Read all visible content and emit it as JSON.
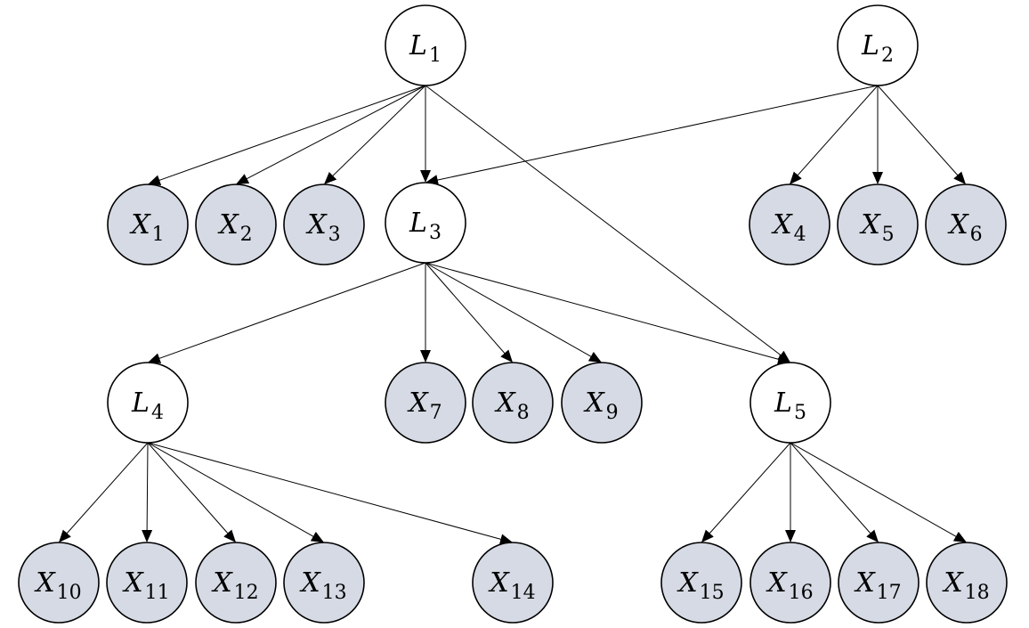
{
  "colors": {
    "latent_fill": "#ffffff",
    "observed_fill": "#d5dae4",
    "stroke": "#000000"
  },
  "nodes": [
    {
      "id": "L1",
      "base": "L",
      "sub": "1",
      "kind": "latent"
    },
    {
      "id": "L2",
      "base": "L",
      "sub": "2",
      "kind": "latent"
    },
    {
      "id": "L3",
      "base": "L",
      "sub": "3",
      "kind": "latent"
    },
    {
      "id": "L4",
      "base": "L",
      "sub": "4",
      "kind": "latent"
    },
    {
      "id": "L5",
      "base": "L",
      "sub": "5",
      "kind": "latent"
    },
    {
      "id": "X1",
      "base": "X",
      "sub": "1",
      "kind": "observed"
    },
    {
      "id": "X2",
      "base": "X",
      "sub": "2",
      "kind": "observed"
    },
    {
      "id": "X3",
      "base": "X",
      "sub": "3",
      "kind": "observed"
    },
    {
      "id": "X4",
      "base": "X",
      "sub": "4",
      "kind": "observed"
    },
    {
      "id": "X5",
      "base": "X",
      "sub": "5",
      "kind": "observed"
    },
    {
      "id": "X6",
      "base": "X",
      "sub": "6",
      "kind": "observed"
    },
    {
      "id": "X7",
      "base": "X",
      "sub": "7",
      "kind": "observed"
    },
    {
      "id": "X8",
      "base": "X",
      "sub": "8",
      "kind": "observed"
    },
    {
      "id": "X9",
      "base": "X",
      "sub": "9",
      "kind": "observed"
    },
    {
      "id": "X10",
      "base": "X",
      "sub": "10",
      "kind": "observed"
    },
    {
      "id": "X11",
      "base": "X",
      "sub": "11",
      "kind": "observed"
    },
    {
      "id": "X12",
      "base": "X",
      "sub": "12",
      "kind": "observed"
    },
    {
      "id": "X13",
      "base": "X",
      "sub": "13",
      "kind": "observed"
    },
    {
      "id": "X14",
      "base": "X",
      "sub": "14",
      "kind": "observed"
    },
    {
      "id": "X15",
      "base": "X",
      "sub": "15",
      "kind": "observed"
    },
    {
      "id": "X16",
      "base": "X",
      "sub": "16",
      "kind": "observed"
    },
    {
      "id": "X17",
      "base": "X",
      "sub": "17",
      "kind": "observed"
    },
    {
      "id": "X18",
      "base": "X",
      "sub": "18",
      "kind": "observed"
    }
  ],
  "edges": [
    [
      "L1",
      "X1"
    ],
    [
      "L1",
      "X2"
    ],
    [
      "L1",
      "X3"
    ],
    [
      "L1",
      "L3"
    ],
    [
      "L1",
      "L5"
    ],
    [
      "L2",
      "L3"
    ],
    [
      "L2",
      "X4"
    ],
    [
      "L2",
      "X5"
    ],
    [
      "L2",
      "X6"
    ],
    [
      "L3",
      "L4"
    ],
    [
      "L3",
      "X7"
    ],
    [
      "L3",
      "X8"
    ],
    [
      "L3",
      "X9"
    ],
    [
      "L3",
      "L5"
    ],
    [
      "L4",
      "X10"
    ],
    [
      "L4",
      "X11"
    ],
    [
      "L4",
      "X12"
    ],
    [
      "L4",
      "X13"
    ],
    [
      "L4",
      "X14"
    ],
    [
      "L5",
      "X15"
    ],
    [
      "L5",
      "X16"
    ],
    [
      "L5",
      "X17"
    ],
    [
      "L5",
      "X18"
    ]
  ]
}
